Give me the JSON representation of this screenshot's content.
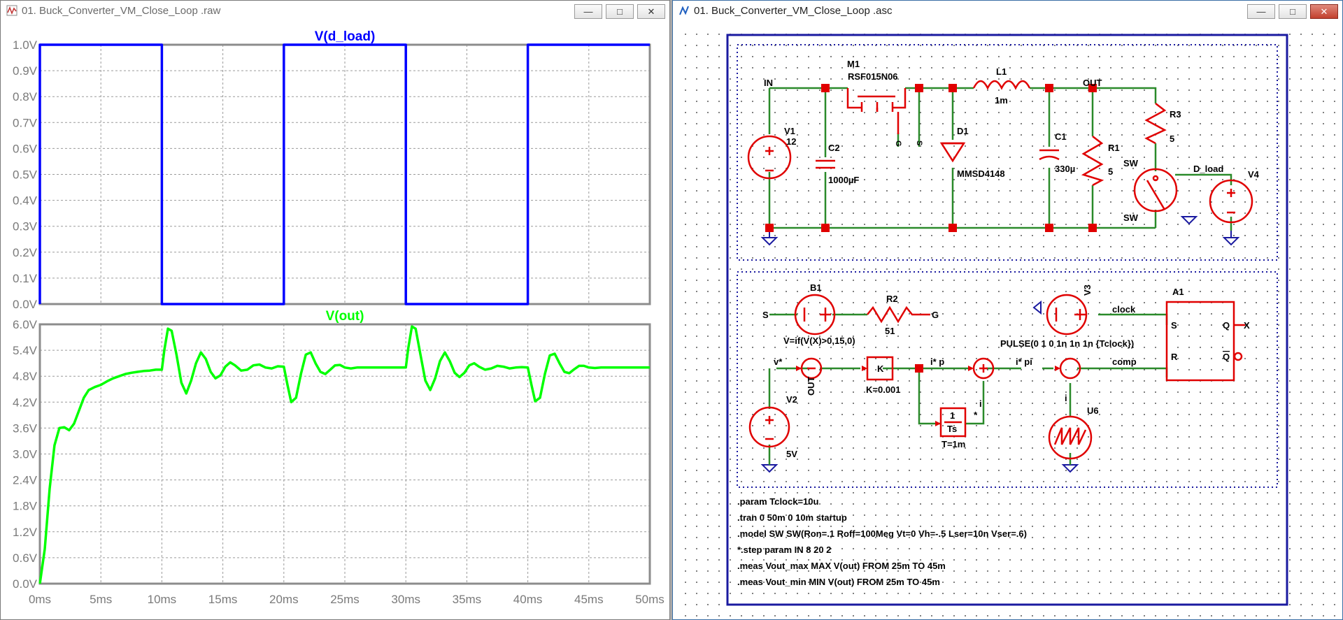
{
  "waveform_window": {
    "title": "01. Buck_Converter_VM_Close_Loop .raw",
    "icon": "waveform-doc-icon",
    "buttons": {
      "minimize": "—",
      "maximize": "□",
      "close": "✕"
    }
  },
  "schematic_window": {
    "title": "01. Buck_Converter_VM_Close_Loop .asc",
    "icon": "schematic-doc-icon",
    "buttons": {
      "minimize": "—",
      "maximize": "□",
      "close": "✕"
    }
  },
  "chart_data": [
    {
      "type": "line",
      "title": "V(d_load)",
      "color": "#0000ff",
      "xlim": [
        0,
        50
      ],
      "ylim": [
        0,
        1.0
      ],
      "yticks": [
        "0.0V",
        "0.1V",
        "0.2V",
        "0.3V",
        "0.4V",
        "0.5V",
        "0.6V",
        "0.7V",
        "0.8V",
        "0.9V",
        "1.0V"
      ],
      "grid": true,
      "x": [
        0,
        0,
        10,
        10,
        20,
        20,
        30,
        30,
        40,
        40,
        50
      ],
      "y": [
        0,
        1,
        1,
        0,
        0,
        1,
        1,
        0,
        0,
        1,
        1
      ]
    },
    {
      "type": "line",
      "title": "V(out)",
      "color": "#00ff00",
      "xlim": [
        0,
        50
      ],
      "ylim": [
        0,
        6.0
      ],
      "xticks": [
        "0ms",
        "5ms",
        "10ms",
        "15ms",
        "20ms",
        "25ms",
        "30ms",
        "35ms",
        "40ms",
        "45ms",
        "50ms"
      ],
      "yticks": [
        "0.0V",
        "0.6V",
        "1.2V",
        "1.8V",
        "2.4V",
        "3.0V",
        "3.6V",
        "4.2V",
        "4.8V",
        "5.4V",
        "6.0V"
      ],
      "grid": true,
      "x": [
        0,
        0.4,
        0.8,
        1.2,
        1.6,
        2.0,
        2.4,
        2.8,
        3.2,
        3.6,
        4.0,
        4.5,
        5.0,
        5.5,
        6.0,
        6.5,
        7.0,
        7.5,
        8.0,
        8.5,
        9.0,
        9.5,
        10.0,
        10.2,
        10.5,
        10.8,
        11.2,
        11.6,
        12.0,
        12.4,
        12.8,
        13.2,
        13.6,
        14.0,
        14.4,
        14.8,
        15.2,
        15.6,
        16.0,
        16.5,
        17.0,
        17.5,
        18.0,
        18.5,
        19.0,
        19.5,
        20.0,
        20.3,
        20.6,
        21.0,
        21.4,
        21.8,
        22.2,
        22.6,
        23.0,
        23.4,
        23.8,
        24.2,
        24.6,
        25.0,
        25.5,
        26.0,
        27.0,
        28.0,
        29.0,
        30.0,
        30.2,
        30.5,
        30.8,
        31.2,
        31.6,
        32.0,
        32.4,
        32.8,
        33.2,
        33.6,
        34.0,
        34.4,
        34.8,
        35.2,
        35.6,
        36.0,
        36.5,
        37.0,
        37.5,
        38.0,
        38.5,
        39.0,
        39.5,
        40.0,
        40.3,
        40.6,
        41.0,
        41.4,
        41.8,
        42.2,
        42.6,
        43.0,
        43.4,
        43.8,
        44.2,
        44.6,
        45.0,
        45.5,
        46.0,
        47.0,
        48.0,
        49.0,
        50.0
      ],
      "y": [
        0,
        0.8,
        2.2,
        3.2,
        3.6,
        3.62,
        3.55,
        3.7,
        4.0,
        4.3,
        4.48,
        4.55,
        4.6,
        4.68,
        4.75,
        4.8,
        4.85,
        4.88,
        4.9,
        4.92,
        4.93,
        4.95,
        4.95,
        5.4,
        5.9,
        5.85,
        5.3,
        4.65,
        4.4,
        4.7,
        5.1,
        5.35,
        5.2,
        4.9,
        4.75,
        4.82,
        5.02,
        5.12,
        5.05,
        4.93,
        4.95,
        5.05,
        5.07,
        5.0,
        4.98,
        5.03,
        5.02,
        4.6,
        4.2,
        4.3,
        4.85,
        5.3,
        5.35,
        5.1,
        4.9,
        4.85,
        4.95,
        5.05,
        5.06,
        5.0,
        4.98,
        5.0,
        5.0,
        5.0,
        5.0,
        5.0,
        5.45,
        5.95,
        5.9,
        5.3,
        4.7,
        4.48,
        4.75,
        5.15,
        5.35,
        5.15,
        4.88,
        4.78,
        4.88,
        5.05,
        5.1,
        5.02,
        4.95,
        4.98,
        5.04,
        5.02,
        4.98,
        5.0,
        5.01,
        5.0,
        4.6,
        4.22,
        4.3,
        4.85,
        5.28,
        5.32,
        5.1,
        4.9,
        4.87,
        4.96,
        5.04,
        5.04,
        5.0,
        4.99,
        5.0,
        5.0,
        5.0,
        5.0,
        5.0
      ]
    }
  ],
  "schematic": {
    "labels": {
      "in_net": "IN",
      "m1_name": "M1",
      "m1_model": "RSF015N06",
      "m1_gate": "G",
      "m1_source": "S",
      "l1_name": "L1",
      "l1_value": "1m",
      "out_net": "OUT",
      "v1_name": "V1",
      "v1_value": "12",
      "c2_name": "C2",
      "c2_value": "1000µF",
      "d1_name": "D1",
      "d1_model": "MMSD4148",
      "c1_name": "C1",
      "c1_value": "330µ",
      "r1_name": "R1",
      "r1_value": "5",
      "r3_name": "R3",
      "r3_value": "5",
      "sw_top": "SW",
      "sw_bottom": "SW",
      "d_load": "D_load",
      "v4_name": "V4",
      "b1_name": "B1",
      "b1_s": "S",
      "b1_expr": "V=if(V(X)>0,15,0)",
      "r2_name": "R2",
      "r2_value": "51",
      "r2_g": "G",
      "v3_name": "V3",
      "clock": "clock",
      "v3_pulse": "PULSE(0 1 0 1n 1n 1n {Tclock})",
      "a1_name": "A1",
      "a1_s": "S",
      "a1_r": "R",
      "a1_q": "Q",
      "a1_qbar": "Q",
      "a1_x": "X",
      "vstar": "v*",
      "out_label": "OUT",
      "v2_name": "V2",
      "v2_value": "5V",
      "k_block": "K",
      "k_value": "K=0.001",
      "istar_p": "i* p",
      "istar_pi": "i* pi",
      "comp": "comp",
      "ts_num": "1",
      "ts_den": "Ts",
      "t_value": "T=1m",
      "i_label": "i",
      "star_label": "*",
      "u6_name": "U6",
      "u6_i": "i"
    },
    "directives": [
      ".param Tclock=10u",
      ".tran 0 50m 0 10m startup",
      ".model SW  SW(Ron=.1 Roff=100Meg Vt=0 Vh=-.5 Lser=10n Vser=.6)",
      "*.step param IN 8 20 2",
      ".meas Vout_max MAX V(out) FROM 25m TO 45m",
      ".meas Vout_min MIN V(out) FROM 25m TO 45m"
    ]
  }
}
